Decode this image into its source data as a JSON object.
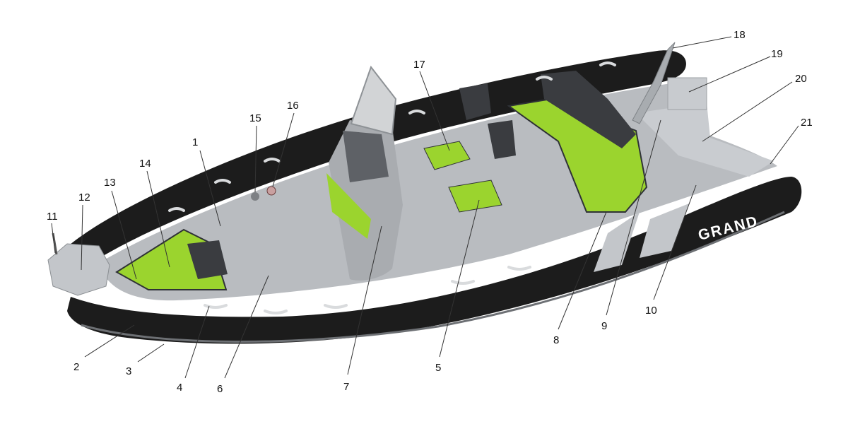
{
  "diagram": {
    "brand_label": "GRAND",
    "colors": {
      "tube": "#1c1c1c",
      "deck": "#b9bcc0",
      "accent": "#9bd42e",
      "cushion_dark": "#3a3c40",
      "leader": "#333333"
    },
    "callouts": [
      {
        "id": "1",
        "label": "1"
      },
      {
        "id": "2",
        "label": "2"
      },
      {
        "id": "3",
        "label": "3"
      },
      {
        "id": "4",
        "label": "4"
      },
      {
        "id": "5",
        "label": "5"
      },
      {
        "id": "6",
        "label": "6"
      },
      {
        "id": "7",
        "label": "7"
      },
      {
        "id": "8",
        "label": "8"
      },
      {
        "id": "9",
        "label": "9"
      },
      {
        "id": "10",
        "label": "10"
      },
      {
        "id": "11",
        "label": "11"
      },
      {
        "id": "12",
        "label": "12"
      },
      {
        "id": "13",
        "label": "13"
      },
      {
        "id": "14",
        "label": "14"
      },
      {
        "id": "15",
        "label": "15"
      },
      {
        "id": "16",
        "label": "16"
      },
      {
        "id": "17",
        "label": "17"
      },
      {
        "id": "18",
        "label": "18"
      },
      {
        "id": "19",
        "label": "19"
      },
      {
        "id": "20",
        "label": "20"
      },
      {
        "id": "21",
        "label": "21"
      }
    ]
  }
}
